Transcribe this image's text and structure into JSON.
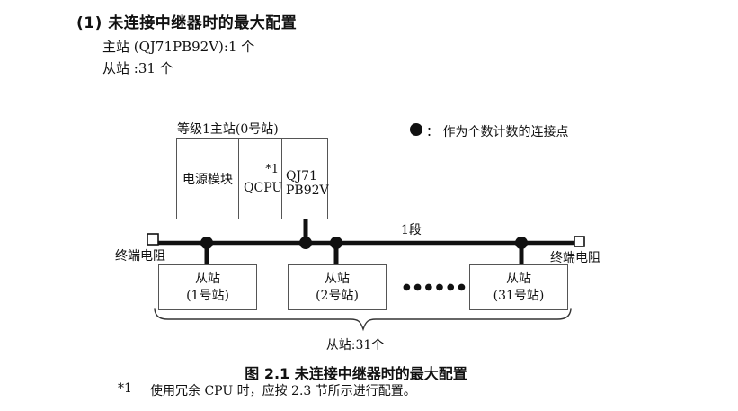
{
  "header": {
    "title": "(1) 未连接中继器时的最大配置",
    "master_line": "主站 (QJ71PB92V):1 个",
    "slave_line": "从站 :31 个"
  },
  "legend": {
    "label": "：  作为个数计数的连接点"
  },
  "diagram": {
    "master_station_label": "等级1主站(0号站)",
    "power_module": "电源模块",
    "cpu": "QCPU",
    "cpu_footnote_ref": "*1",
    "pb_module_line1": "QJ71",
    "pb_module_line2": "PB92V",
    "segment_label": "1段",
    "terminator_left": "终端电阻",
    "terminator_right": "终端电阻",
    "slaves": [
      {
        "name": "从站",
        "station": "(1号站)"
      },
      {
        "name": "从站",
        "station": "(2号站)"
      },
      {
        "name": "从站",
        "station": "(31号站)"
      }
    ],
    "ellipsis": "●●●●●●",
    "slave_count_label": "从站:31个"
  },
  "caption": "图 2.1 未连接中继器时的最大配置",
  "footnote": {
    "marker": "*1",
    "text": "使用冗余 CPU 时，应按 2.3 节所示进行配置。"
  }
}
